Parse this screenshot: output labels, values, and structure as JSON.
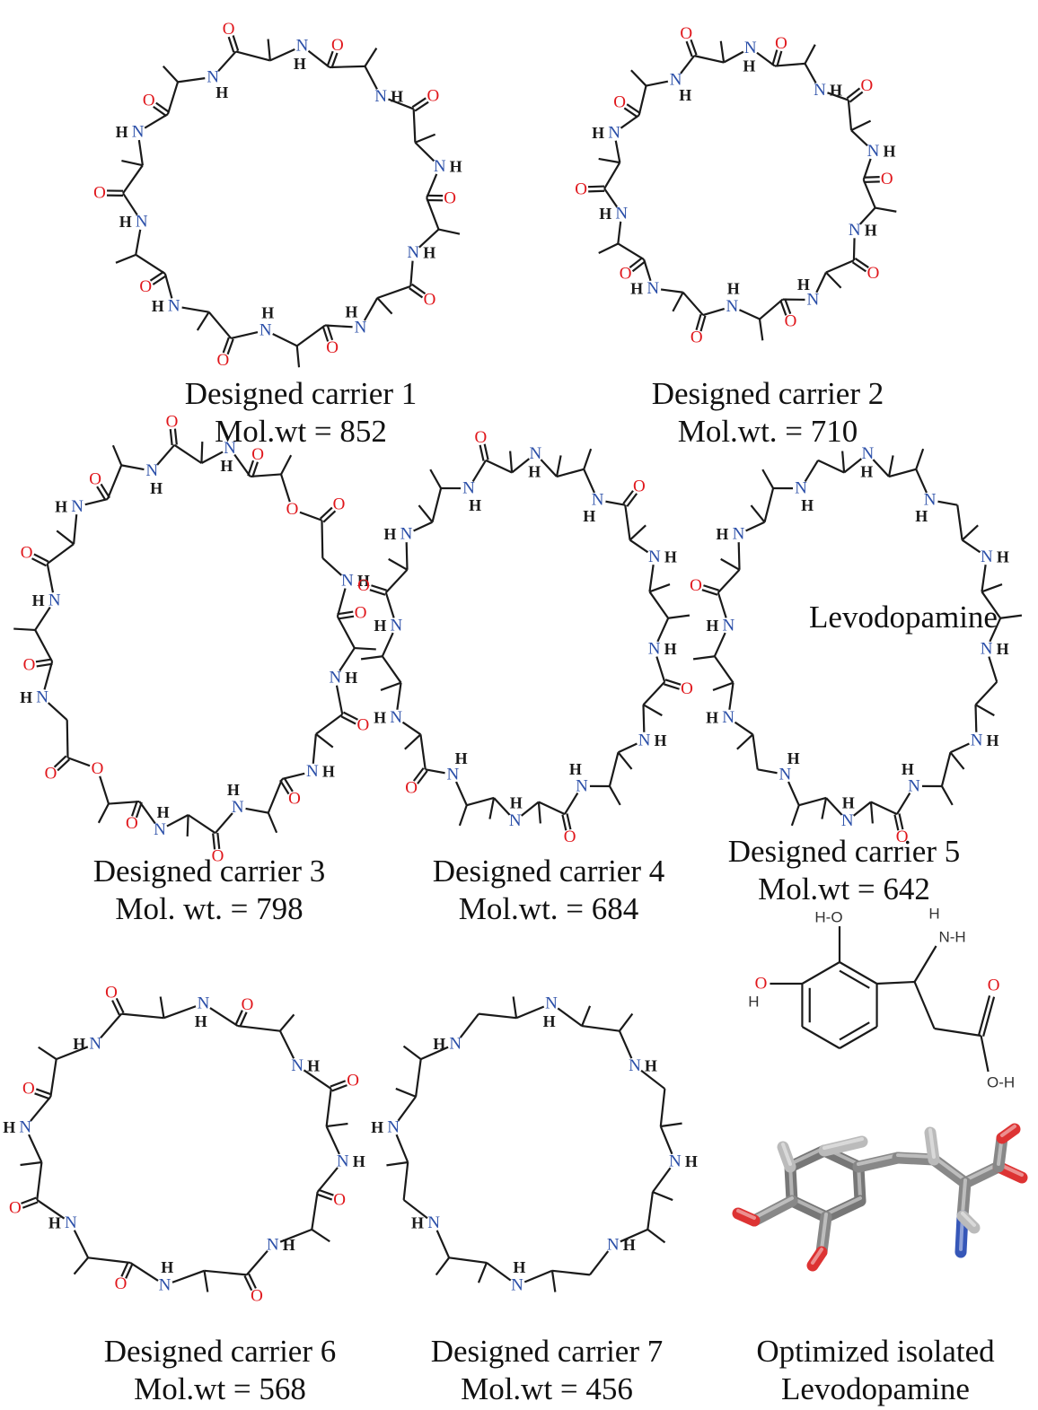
{
  "captions": [
    {
      "name": "Designed carrier 1",
      "mw": "Mol.wt = 852"
    },
    {
      "name": "Designed carrier 2",
      "mw": "Mol.wt. = 710"
    },
    {
      "name": "Designed carrier 3",
      "mw": "Mol. wt. = 798"
    },
    {
      "name": "Designed carrier 4",
      "mw": "Mol.wt. = 684"
    },
    {
      "name": "Designed carrier 5",
      "mw": "Mol.wt = 642"
    },
    {
      "name": "Designed carrier 6",
      "mw": "Mol.wt = 568"
    },
    {
      "name": "Designed carrier 7",
      "mw": "Mol.wt = 456"
    }
  ],
  "levodopa": {
    "label": "Levodopamine",
    "optimized_line1": "Optimized isolated",
    "optimized_line2": "Levodopamine"
  },
  "atoms": {
    "N": "N",
    "O": "O",
    "H": "H",
    "NH": "N-H",
    "HN": "H-N",
    "OH": "O-H",
    "HO": "H-O"
  },
  "colors": {
    "nitrogen": "#2b4fa8",
    "oxygen": "#e0161b",
    "bond": "#1a1a1a"
  }
}
